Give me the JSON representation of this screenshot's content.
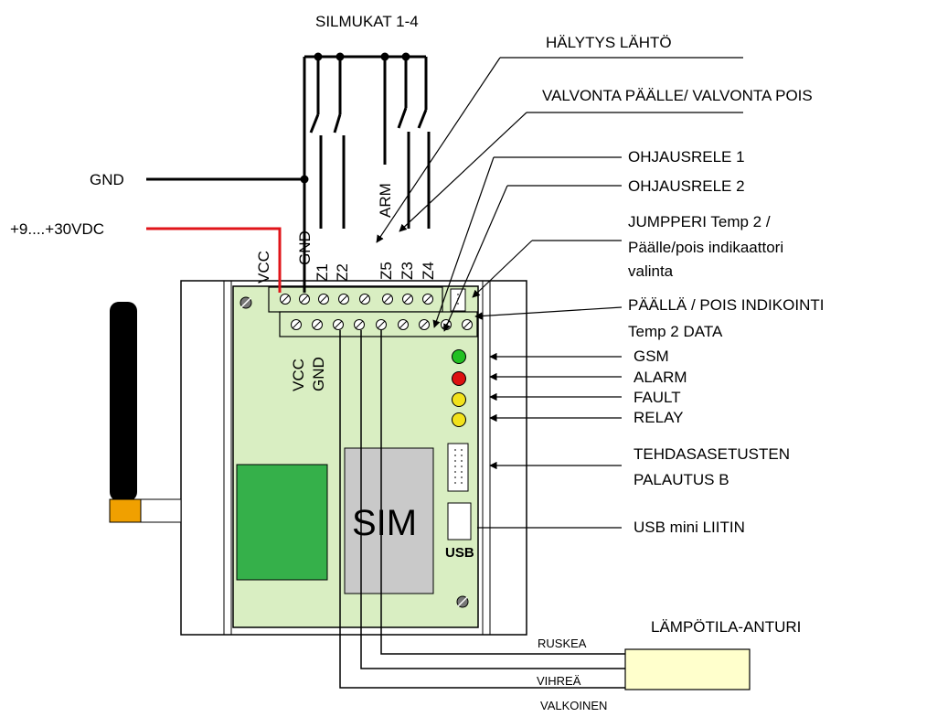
{
  "labels": {
    "loops": "SILMUKAT 1-4",
    "alarm_out": "HÄLYTYS LÄHTÖ",
    "arm_disarm": "VALVONTA PÄÄLLE/ VALVONTA POIS",
    "relay1": "OHJAUSRELE 1",
    "relay2": "OHJAUSRELE 2",
    "jumper_line1": "JUMPPERI Temp 2 /",
    "jumper_line2": "Päälle/pois indikaattori",
    "jumper_line3": "valinta",
    "onoff_ind": "PÄÄLLÄ / POIS INDIKOINTI",
    "temp2_data": "Temp 2 DATA",
    "gsm": "GSM",
    "alarm": "ALARM",
    "fault": "FAULT",
    "relay": "RELAY",
    "factory_line1": "TEHDASASETUSTEN",
    "factory_line2": "PALAUTUS B",
    "usb_conn": "USB mini LIITIN",
    "temp_sensor": "LÄMPÖTILA-ANTURI",
    "brown": "RUSKEA",
    "green": "VIHREÄ",
    "white": "VALKOINEN",
    "gnd": "GND",
    "power": "+9....+30VDC",
    "sim": "SIM",
    "usb": "USB"
  },
  "terminals_top": [
    "VCC",
    "GND",
    "Z1",
    "Z2",
    "Z5",
    "Z3",
    "Z4"
  ],
  "terminal_arm": "ARM",
  "terminals_bottom": [
    "VCC",
    "GND"
  ],
  "leds": [
    {
      "name": "GSM",
      "color": "#22c022"
    },
    {
      "name": "ALARM",
      "color": "#dd1111"
    },
    {
      "name": "FAULT",
      "color": "#f2e21c"
    },
    {
      "name": "RELAY",
      "color": "#f2e21c"
    }
  ],
  "colors": {
    "board": "#d9eec2",
    "module": "#35b04a",
    "sim": "#c9c9c9",
    "power_wire": "#e0141a",
    "sensor": "#ffffcc",
    "antenna_tip": "#f0a000"
  }
}
